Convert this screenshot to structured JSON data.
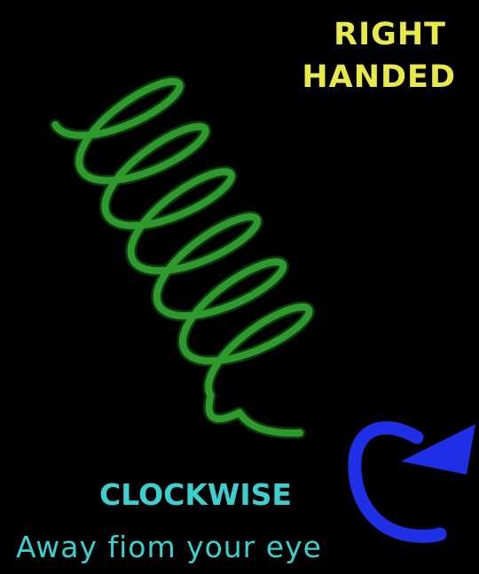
{
  "title": {
    "line1": "RIGHT",
    "line2": "HANDED"
  },
  "direction_label": "CLOCKWISE",
  "view_label": "Away fiom your eye",
  "helix": {
    "color": "#2e9a2e",
    "turns": 6
  },
  "arrow": {
    "color": "#1f2fe6",
    "direction": "clockwise"
  },
  "colors": {
    "background": "#000000",
    "title": "#e8e84a",
    "caption": "#3ccfcf"
  }
}
